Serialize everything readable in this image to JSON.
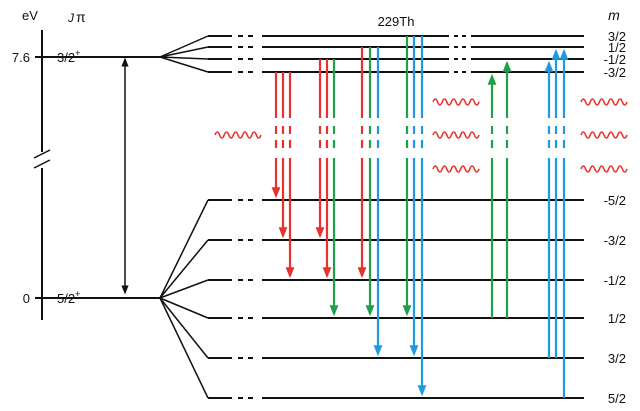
{
  "title": "229Th",
  "axis": {
    "unit": "eV",
    "tick_upper": "7.6",
    "tick_lower": "0"
  },
  "column_headers": {
    "spin": "J",
    "parity": "π",
    "m": "m"
  },
  "states": {
    "upper": "3/2",
    "upper_parity": "+",
    "lower": "5/2",
    "lower_parity": "+"
  },
  "upper_sublevels": [
    "3/2",
    "1/2",
    "-1/2",
    "-3/2"
  ],
  "lower_sublevels": [
    "-5/2",
    "-3/2",
    "-1/2",
    "1/2",
    "3/2",
    "5/2"
  ],
  "colors": {
    "red": "#e8312f",
    "green": "#1fa04a",
    "blue": "#1f9ae0",
    "line": "#111111",
    "photon": "#e8312f"
  },
  "transitions": [
    {
      "color": "red",
      "from": "-3/2",
      "to": "-5/2",
      "dir": "down"
    },
    {
      "color": "red",
      "from": "-3/2",
      "to": "-3/2",
      "dir": "down"
    },
    {
      "color": "red",
      "from": "-3/2",
      "to": "-1/2",
      "dir": "down"
    },
    {
      "color": "red",
      "from": "-1/2",
      "to": "-3/2",
      "dir": "down"
    },
    {
      "color": "red",
      "from": "-1/2",
      "to": "-1/2",
      "dir": "down"
    },
    {
      "color": "green",
      "from": "-1/2",
      "to": "1/2",
      "dir": "down"
    },
    {
      "color": "red",
      "from": "1/2",
      "to": "-1/2",
      "dir": "down"
    },
    {
      "color": "green",
      "from": "1/2",
      "to": "1/2",
      "dir": "down"
    },
    {
      "color": "blue",
      "from": "1/2",
      "to": "3/2",
      "dir": "down"
    },
    {
      "color": "green",
      "from": "3/2",
      "to": "1/2",
      "dir": "down"
    },
    {
      "color": "blue",
      "from": "3/2",
      "to": "3/2",
      "dir": "down"
    },
    {
      "color": "blue",
      "from": "3/2",
      "to": "5/2",
      "dir": "down"
    },
    {
      "color": "green",
      "from": "1/2",
      "to": "-3/2",
      "dir": "up"
    },
    {
      "color": "green",
      "from": "1/2",
      "to": "-1/2",
      "dir": "up"
    },
    {
      "color": "blue",
      "from": "3/2",
      "to": "-1/2",
      "dir": "up"
    },
    {
      "color": "blue",
      "from": "3/2",
      "to": "1/2",
      "dir": "up"
    },
    {
      "color": "blue",
      "from": "5/2",
      "to": "1/2",
      "dir": "up"
    }
  ]
}
